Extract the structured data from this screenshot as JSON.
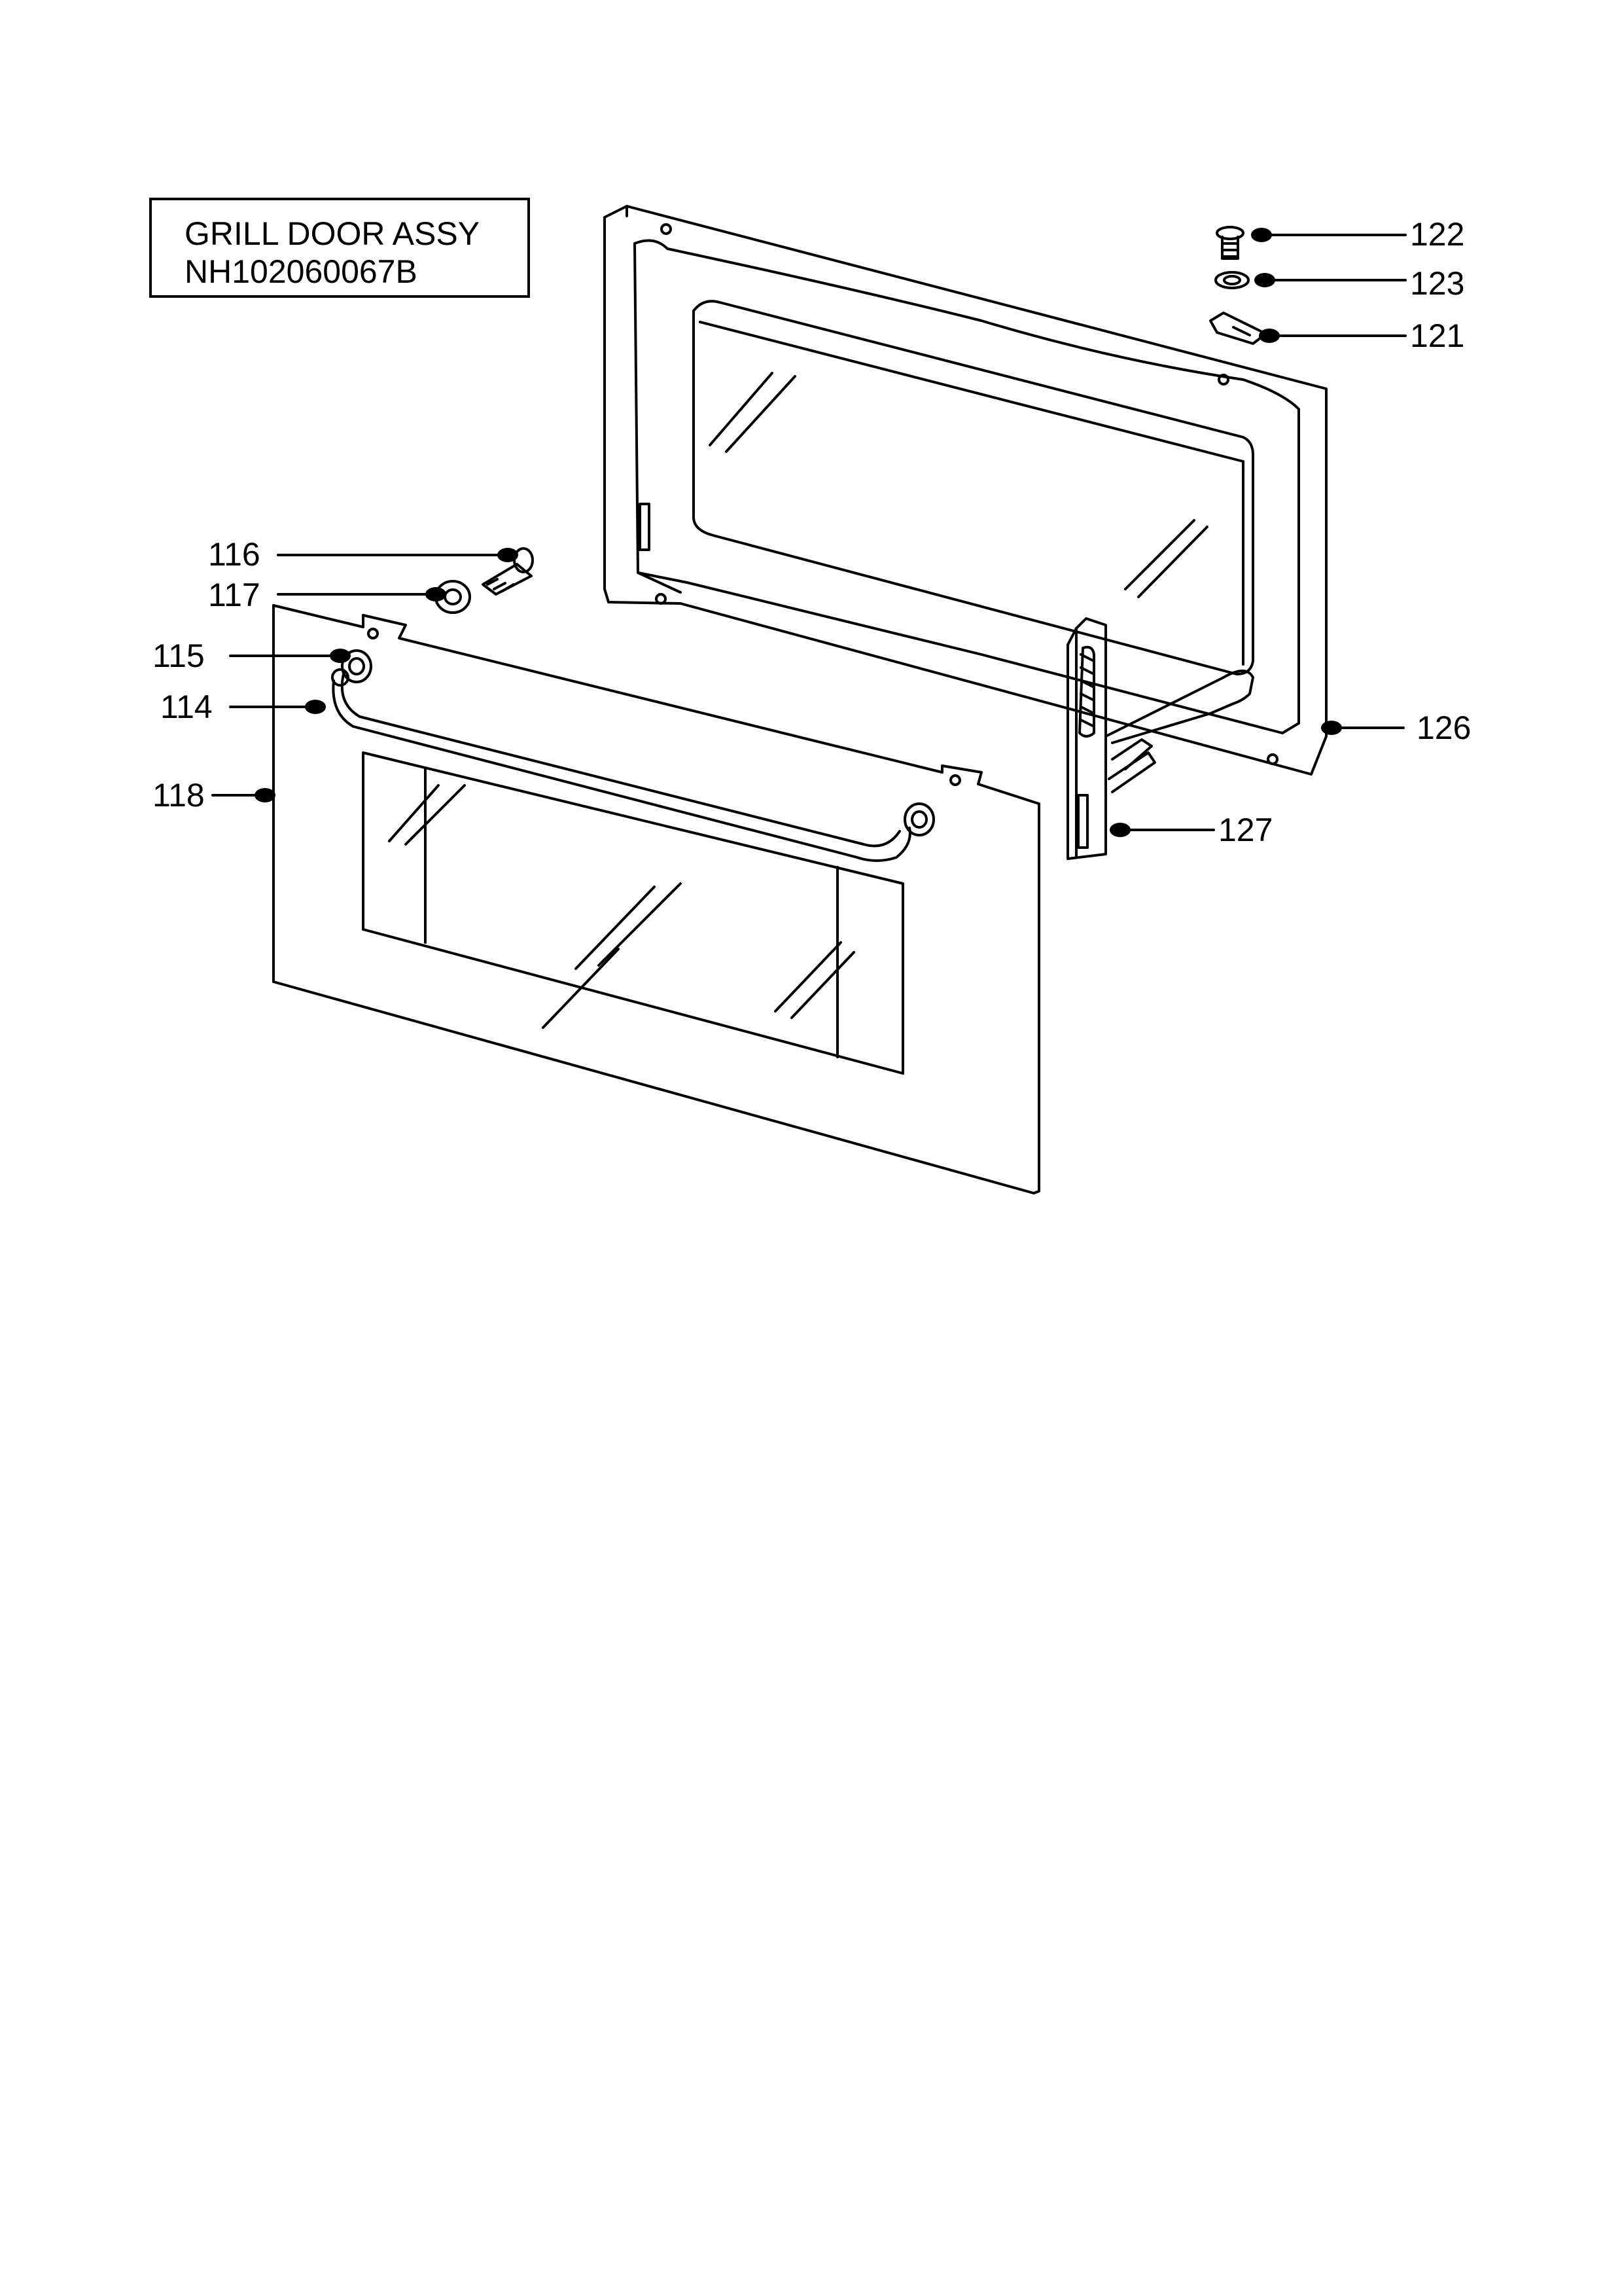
{
  "title_box": {
    "line1": "GRILL DOOR ASSY",
    "line2": "NH102060067B"
  },
  "callouts": {
    "c122": "122",
    "c123": "123",
    "c121": "121",
    "c116": "116",
    "c117": "117",
    "c115": "115",
    "c114": "114",
    "c118": "118",
    "c126": "126",
    "c127": "127"
  },
  "colors": {
    "line": "#000000",
    "background": "#ffffff"
  }
}
